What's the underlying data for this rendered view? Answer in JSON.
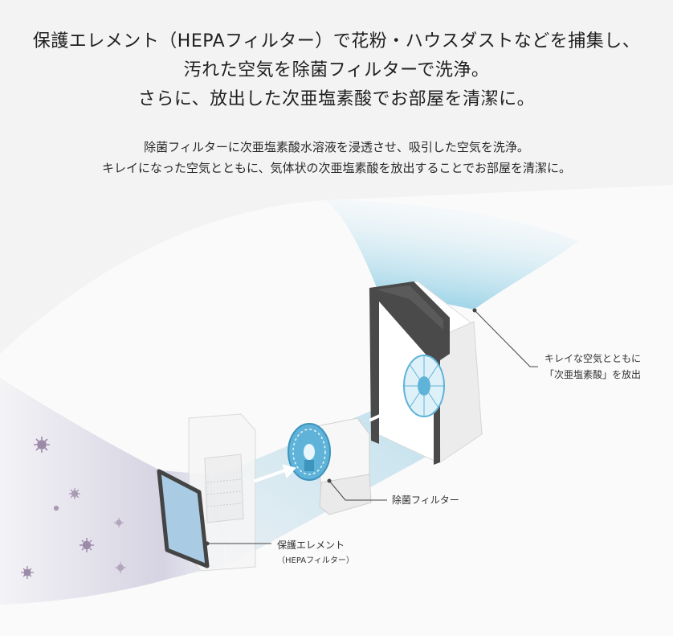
{
  "headline": {
    "line1": "保護エレメント（HEPAフィルター）で花粉・ハウスダストなどを捕集し、",
    "line2": "汚れた空気を除菌フィルターで洗浄。",
    "line3": "さらに、放出した次亜塩素酸でお部屋を清潔に。"
  },
  "subtext": {
    "line1": "除菌フィルターに次亜塩素酸水溶液を浸透させ、吸引した空気を洗浄。",
    "line2": "キレイになった空気とともに、気体状の次亜塩素酸を放出することでお部屋を清潔に。"
  },
  "callouts": {
    "outlet": {
      "line1": "キレイな空気とともに",
      "line2": "「次亜塩素酸」を放出"
    },
    "sterilizing_filter": {
      "label": "除菌フィルター"
    },
    "protective_element": {
      "line1": "保護エレメント",
      "line2": "（HEPAフィルター）"
    }
  },
  "colors": {
    "clean_air": "#7cc6e0",
    "dirty_air": "#b9b3cf",
    "filter_blue": "#5fb3d9",
    "frame_dark": "#4a4a4a",
    "germ": "#9c8aa8"
  },
  "icons": [
    "germ-icon",
    "arrow-icon",
    "fan-icon"
  ]
}
